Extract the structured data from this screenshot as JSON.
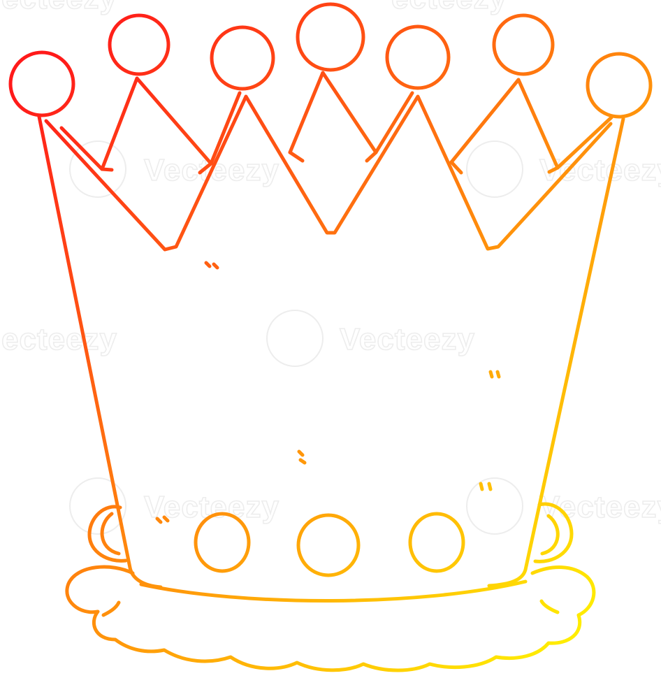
{
  "image": {
    "subject": "crown",
    "style": "line-drawing",
    "background_color": "#ffffff",
    "gradient": {
      "start_color": "#ff1a1a",
      "end_color": "#ffee00"
    }
  },
  "watermark": {
    "text": "Vecteezy",
    "partial_text": "ecteezy",
    "color": "#ededed"
  }
}
